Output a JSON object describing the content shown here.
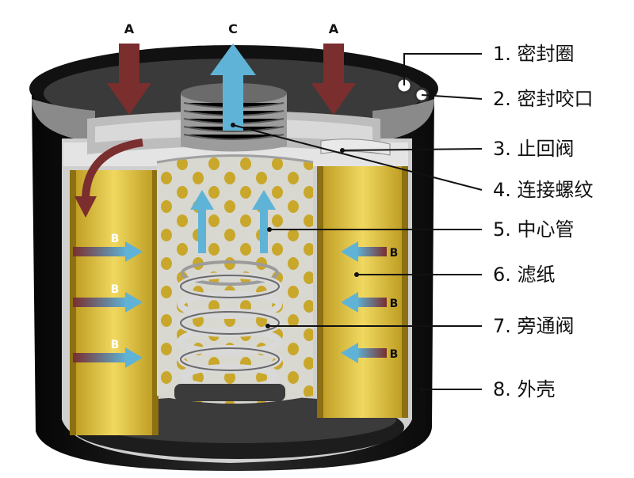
{
  "arrows": {
    "inflow_letter": "A",
    "outflow_letter": "C",
    "through_letter": "B"
  },
  "labels": [
    {
      "number": "1.",
      "text": "密封圈"
    },
    {
      "number": "2.",
      "text": "密封咬口"
    },
    {
      "number": "3.",
      "text": "止回阀"
    },
    {
      "number": "4.",
      "text": "连接螺纹"
    },
    {
      "number": "5.",
      "text": "中心管"
    },
    {
      "number": "6.",
      "text": "滤纸"
    },
    {
      "number": "7.",
      "text": "旁通阀"
    },
    {
      "number": "8.",
      "text": "外壳"
    }
  ],
  "colors": {
    "inflow_arrow": "#7a2e2e",
    "outflow_arrow": "#5fb3d6",
    "filter_paper": "#e3c84a",
    "housing": "#1a1a1a",
    "metal": "#c9c9c9"
  }
}
